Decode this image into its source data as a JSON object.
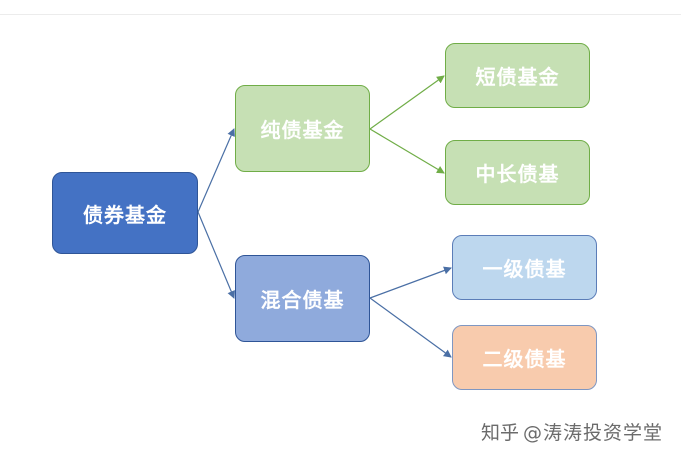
{
  "nodes": {
    "root": "债券基金",
    "pure_bond": "纯债基金",
    "mixed_bond": "混合债基",
    "short_bond": "短债基金",
    "mid_long_bond": "中长债基",
    "level_one": "一级债基",
    "level_two": "二级债基"
  },
  "watermark": {
    "platform": "知乎",
    "author": "@涛涛投资学堂"
  },
  "colors": {
    "root_fill": "#4472c4",
    "green_fill": "#c6e0b4",
    "blue_fill": "#8faadc",
    "light_blue_fill": "#bdd7ee",
    "peach_fill": "#f8cbad",
    "blue_arrow": "#4a6fa5",
    "green_arrow": "#70ad47"
  }
}
